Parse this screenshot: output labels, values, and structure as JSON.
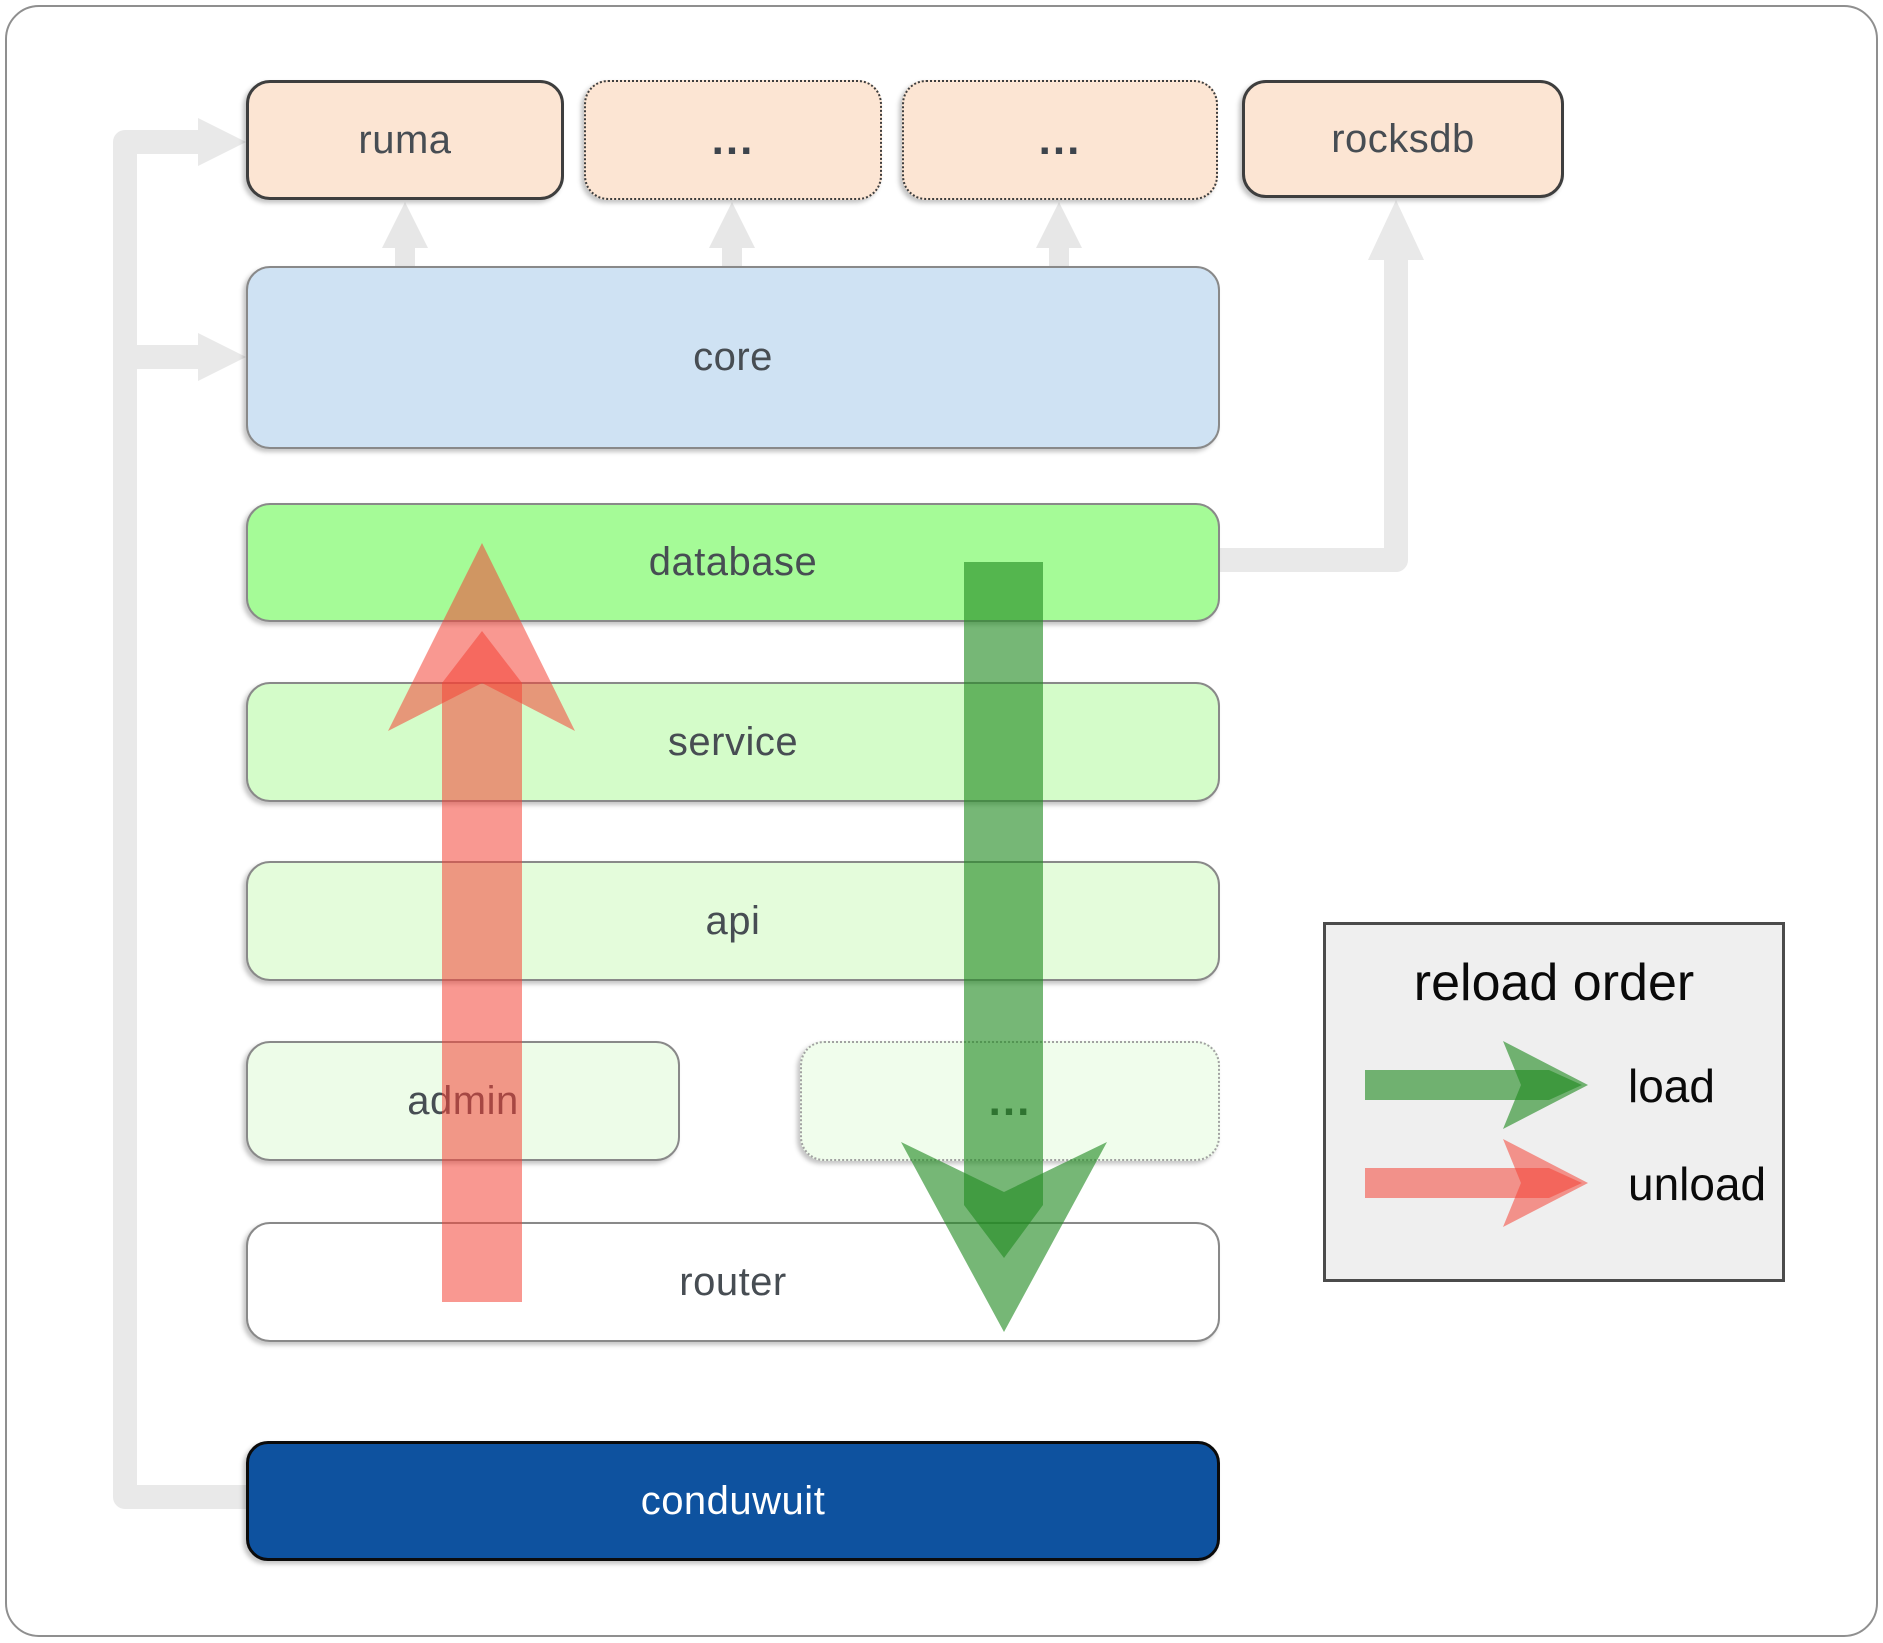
{
  "diagram": {
    "boxes": {
      "ruma": {
        "label": "ruma"
      },
      "ellipsis_top_1": {
        "label": "..."
      },
      "ellipsis_top_2": {
        "label": "..."
      },
      "rocksdb": {
        "label": "rocksdb"
      },
      "core": {
        "label": "core"
      },
      "database": {
        "label": "database"
      },
      "service": {
        "label": "service"
      },
      "api": {
        "label": "api"
      },
      "admin": {
        "label": "admin"
      },
      "ellipsis_admin": {
        "label": "..."
      },
      "router": {
        "label": "router"
      },
      "conduwuit": {
        "label": "conduwuit"
      }
    },
    "colors": {
      "load_arrow": "#228b22",
      "unload_arrow": "#f44336",
      "connector": "#e9e9e9",
      "crate_fill": "#fce5d3",
      "core_fill": "#cfe2f3",
      "database_fill": "#a5fb97",
      "conduwuit_fill": "#0e529f"
    }
  },
  "legend": {
    "title": "reload order",
    "items": [
      {
        "label": "load",
        "color": "#228b22"
      },
      {
        "label": "unload",
        "color": "#f44336"
      }
    ]
  }
}
